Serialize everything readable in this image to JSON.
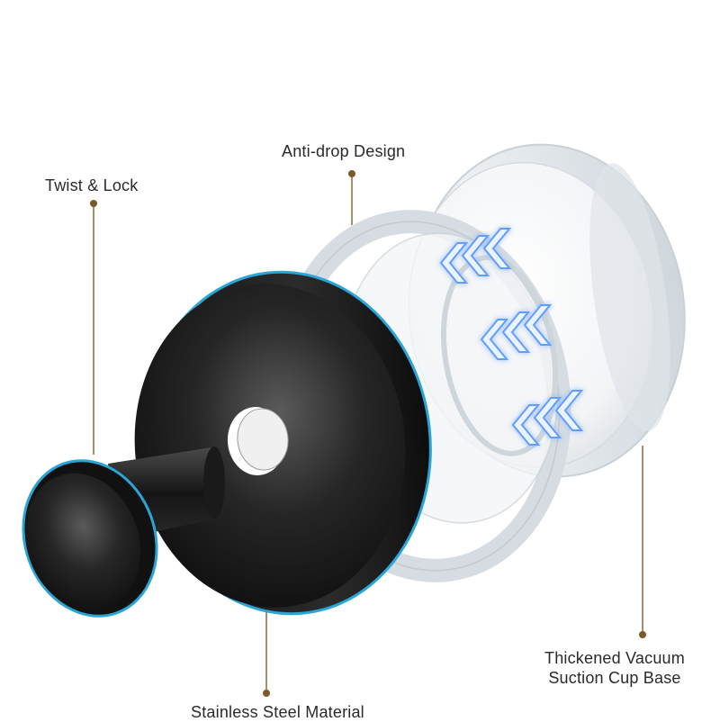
{
  "labels": {
    "twist_lock": "Twist & Lock",
    "anti_drop": "Anti-drop Design",
    "thickened_line1": "Thickened Vacuum",
    "thickened_line2": "Suction Cup Base",
    "stainless": "Stainless Steel Material"
  },
  "colors": {
    "leader": "#8a6a3a",
    "leader_dot": "#7a5a2a",
    "metal_dark": "#151515",
    "metal_edge": "#2aa6d6",
    "arrow_glow": "#7fb6ff",
    "clear_plastic": "#e9eef2"
  },
  "icons": {
    "arrows": "chevron-arrows-icon"
  }
}
